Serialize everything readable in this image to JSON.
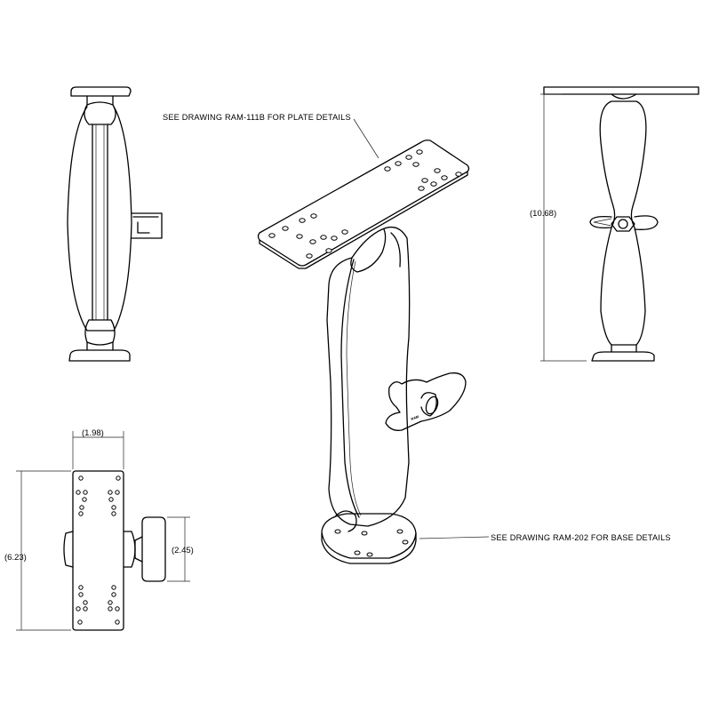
{
  "callouts": {
    "plate_note": "SEE DRAWING RAM-111B FOR PLATE DETAILS",
    "base_note": "SEE DRAWING RAM-202 FOR BASE DETAILS"
  },
  "dimensions": {
    "overall_height": "10.68",
    "plate_width": "1.98",
    "plate_length": "6.23",
    "knob_height": "2.45"
  },
  "brand_mark": "RAM"
}
